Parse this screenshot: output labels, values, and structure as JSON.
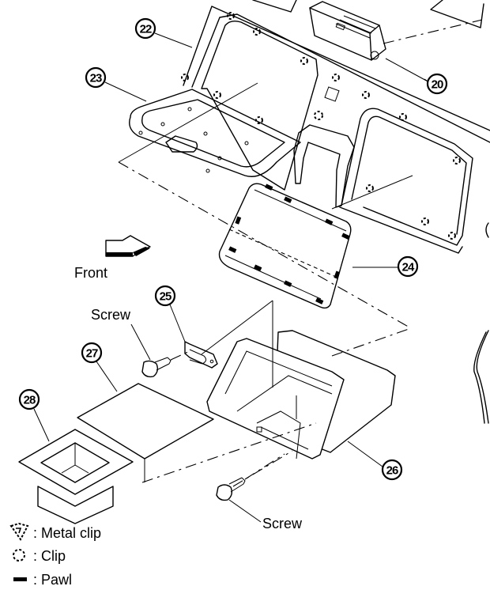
{
  "diagram": {
    "type": "exploded-parts-diagram",
    "subject": "Instrument panel lower covers / glove box assembly",
    "callouts": [
      {
        "id": "c20",
        "number": "20"
      },
      {
        "id": "c22",
        "number": "22"
      },
      {
        "id": "c23",
        "number": "23"
      },
      {
        "id": "c24",
        "number": "24"
      },
      {
        "id": "c25",
        "number": "25"
      },
      {
        "id": "c26",
        "number": "26"
      },
      {
        "id": "c27",
        "number": "27"
      },
      {
        "id": "c28",
        "number": "28"
      }
    ],
    "labels": {
      "front": "Front",
      "screw_upper": "Screw",
      "screw_lower": "Screw"
    },
    "legend": [
      {
        "symbol": "metal-clip",
        "text": ": Metal clip"
      },
      {
        "symbol": "clip",
        "text": ": Clip"
      },
      {
        "symbol": "pawl",
        "text": ": Pawl"
      }
    ]
  }
}
